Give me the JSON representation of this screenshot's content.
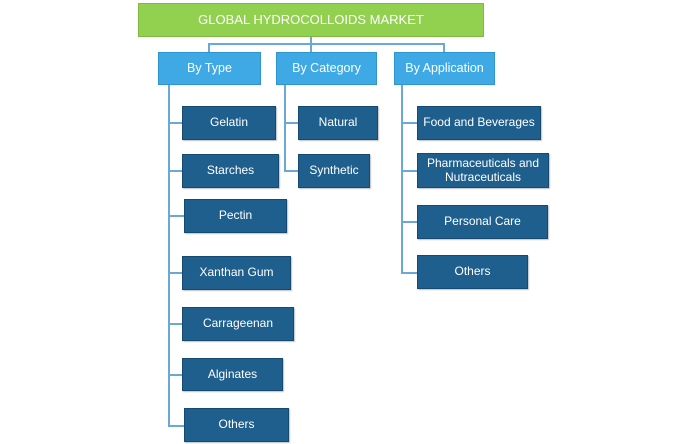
{
  "title": "GLOBAL HYDROCOLLOIDS MARKET",
  "colors": {
    "title_bg": "#92d050",
    "category_bg": "#3fa9e5",
    "item_bg": "#1f5f8e",
    "connector": "#6aa8d6"
  },
  "categories": [
    {
      "label": "By Type",
      "items": [
        "Gelatin",
        "Starches",
        "Pectin",
        "Xanthan Gum",
        "Carrageenan",
        "Alginates",
        "Others"
      ]
    },
    {
      "label": "By Category",
      "items": [
        "Natural",
        "Synthetic"
      ]
    },
    {
      "label": "By Application",
      "items": [
        "Food and Beverages",
        "Pharmaceuticals and Nutraceuticals",
        "Personal Care",
        "Others"
      ]
    }
  ]
}
